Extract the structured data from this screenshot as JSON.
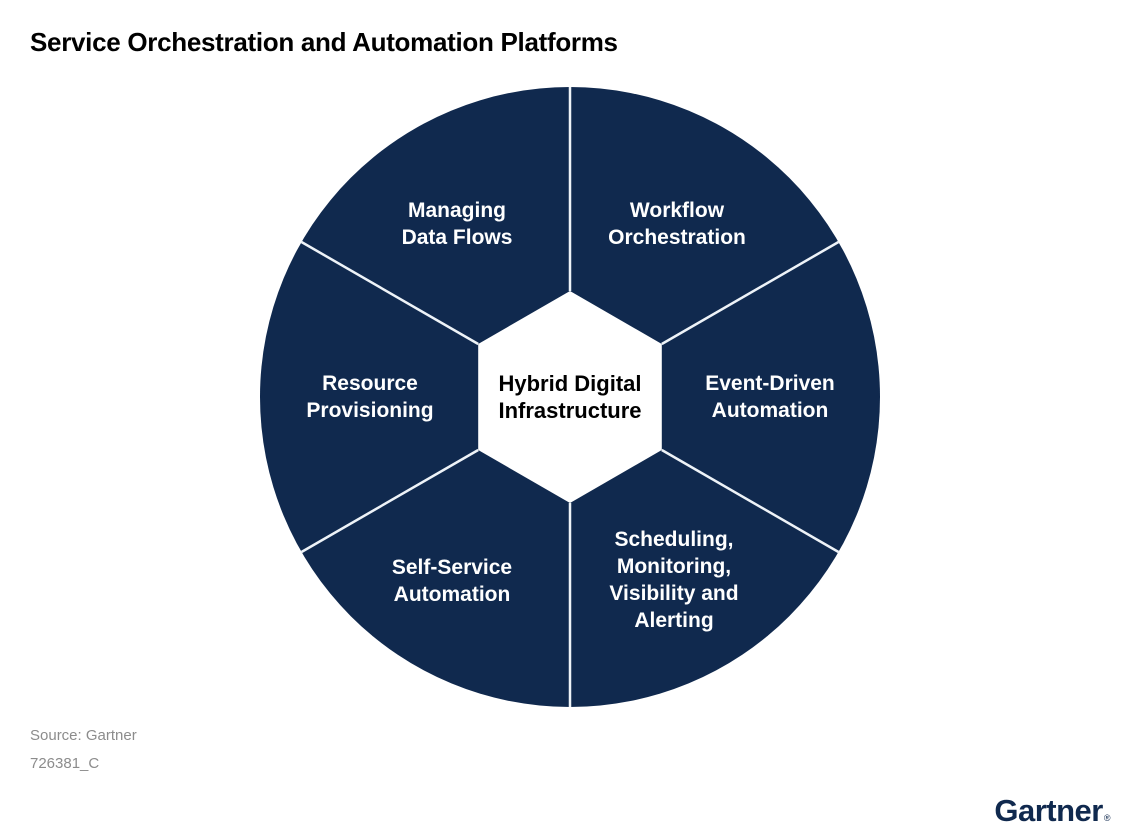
{
  "title": "Service Orchestration and Automation Platforms",
  "colors": {
    "navy": "#10294e",
    "white": "#ffffff",
    "divider": "#eef3f8",
    "gray_text": "#8c8c8c"
  },
  "diagram": {
    "center": {
      "id": "hybrid-digital-infrastructure",
      "lines": [
        "Hybrid Digital",
        "Infrastructure"
      ]
    },
    "segments": [
      {
        "id": "managing-data-flows",
        "lines": [
          "Managing",
          "Data Flows"
        ]
      },
      {
        "id": "workflow-orchestration",
        "lines": [
          "Workflow",
          "Orchestration"
        ]
      },
      {
        "id": "event-driven-automation",
        "lines": [
          "Event-Driven",
          "Automation"
        ]
      },
      {
        "id": "scheduling-monitoring-visibility-alerting",
        "lines": [
          "Scheduling,",
          "Monitoring,",
          "Visibility and",
          "Alerting"
        ]
      },
      {
        "id": "self-service-automation",
        "lines": [
          "Self-Service",
          "Automation"
        ]
      },
      {
        "id": "resource-provisioning",
        "lines": [
          "Resource",
          "Provisioning"
        ]
      }
    ]
  },
  "footer": {
    "source": "Source: Gartner",
    "doc_id": "726381_C"
  },
  "branding": {
    "logo_text": "Gartner",
    "registered_mark": "®"
  }
}
